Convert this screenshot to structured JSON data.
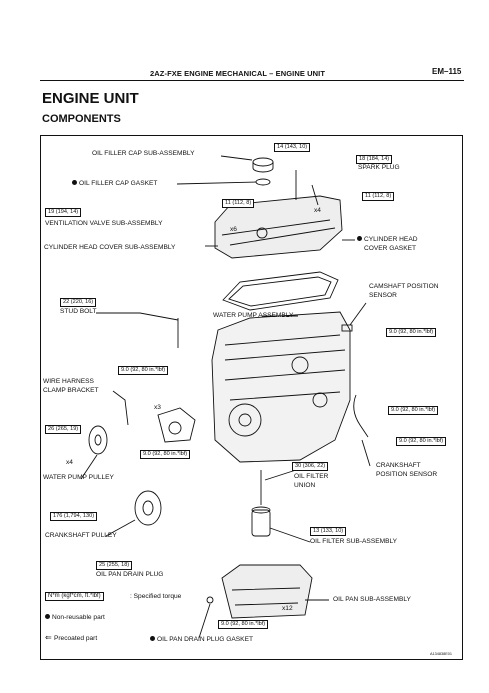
{
  "header": {
    "center": "2AZ-FXE ENGINE MECHANICAL  –  ENGINE UNIT",
    "page": "EM–115"
  },
  "section_title": "ENGINE UNIT",
  "subsection_title": "COMPONENTS",
  "labels": {
    "oil_filler_cap": "OIL FILLER CAP SUB-ASSEMBLY",
    "oil_filler_cap_gasket": "OIL FILLER CAP GASKET",
    "ventilation_valve": "VENTILATION VALVE SUB-ASSEMBLY",
    "cyl_head_cover": "CYLINDER HEAD COVER SUB-ASSEMBLY",
    "cyl_head_cover_gasket_1": "CYLINDER HEAD",
    "cyl_head_cover_gasket_2": "COVER GASKET",
    "spark_plug": "SPARK PLUG",
    "camshaft_sensor_1": "CAMSHAFT POSITION",
    "camshaft_sensor_2": "SENSOR",
    "stud_bolt": "STUD BOLT",
    "water_pump": "WATER PUMP ASSEMBLY",
    "wire_harness_1": "WIRE HARNESS",
    "wire_harness_2": "CLAMP BRACKET",
    "water_pump_pulley": "WATER PUMP PULLEY",
    "crankshaft_sensor_1": "CRANKSHAFT",
    "crankshaft_sensor_2": "POSITION SENSOR",
    "oil_filter_union_1": "OIL FILTER",
    "oil_filter_union_2": "UNION",
    "crankshaft_pulley": "CRANKSHAFT PULLEY",
    "oil_filter": "OIL FILTER SUB-ASSEMBLY",
    "oil_pan_drain_plug": "OIL PAN DRAIN PLUG",
    "oil_pan": "OIL PAN SUB-ASSEMBLY",
    "oil_pan_drain_gasket": "OIL PAN DRAIN PLUG GASKET"
  },
  "torques": {
    "filler": "14 (143, 10)",
    "spark": "18 (184, 14)",
    "cover_left": "11 (112, 8)",
    "cover_right": "11 (112, 8)",
    "ventilation": "19 (194, 14)",
    "stud": "22 (220, 16)",
    "camshaft": "9.0 (92, 80 in.*lbf)",
    "bracket": "9.0 (92, 80 in.*lbf)",
    "pulley_bolt": "26 (265, 19)",
    "pump_bolt": "9.0 (92, 80 in.*lbf)",
    "crank_right1": "9.0 (92, 80 in.*lbf)",
    "crank_right2": "9.0 (92, 80 in.*lbf)",
    "union": "30 (306, 22)",
    "crank_pulley": "176 (1,794, 130)",
    "oil_filter": "13 (133, 10)",
    "drain_plug": "25 (255, 18)",
    "oil_pan_bolt": "9.0 (92, 80 in.*lbf)"
  },
  "counts": {
    "x6": "x6",
    "x4_spark": "x4",
    "x3": "x3",
    "x4_pulley": "x4",
    "x12": "x12"
  },
  "legend": {
    "torque_key": "N*m (kgf*cm, ft.*lbf)",
    "torque_desc": ": Specified torque",
    "non_reusable": "Non-reusable part",
    "precoated": "Precoated part"
  },
  "figure_code": "A134838E01"
}
